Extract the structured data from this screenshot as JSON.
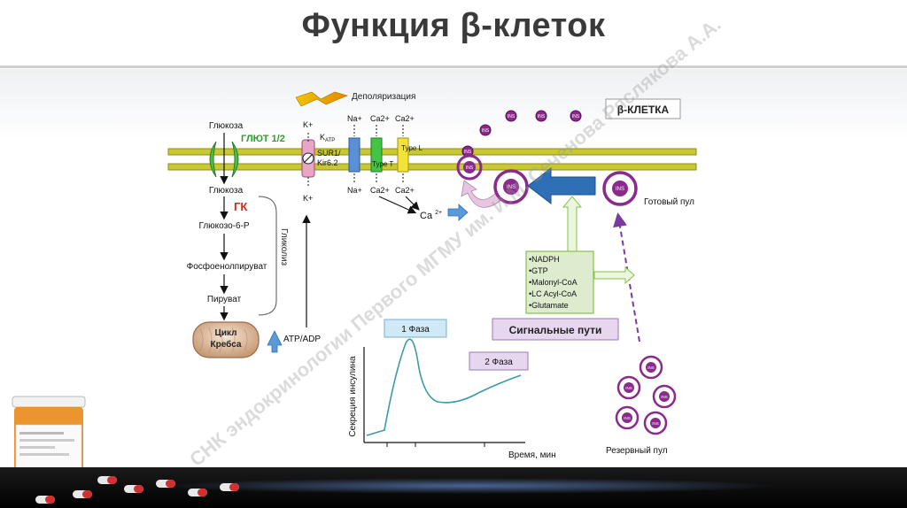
{
  "slide": {
    "title": "Функция β-клеток",
    "watermark": "СНК эндокринологии Первого МГМУ им. И.М. Сеченова Ряслякова А.А."
  },
  "membrane": {
    "cell_label": "β-КЛЕТКА",
    "depolarization": "Деполяризация",
    "glut": "ГЛЮТ 1/2",
    "katp_k_top": "K+",
    "katp_k_bottom": "K+",
    "katp_label1": "K",
    "katp_label1_sub": "ATP",
    "katp_label2": "SUR1/",
    "katp_label3": "Kir6.2",
    "na_top": "Na+",
    "ca_top1": "Ca2+",
    "ca_top2": "Ca2+",
    "na_bottom": "Na+",
    "ca_bottom1": "Ca2+",
    "ca_bottom2": "Ca2+",
    "type_t": "Type T",
    "type_l": "Type L",
    "ca_inside": "Ca",
    "ca_inside_sup": "2+"
  },
  "glycolysis": {
    "glucose_out": "Глюкоза",
    "glucose_in": "Глюкоза",
    "gk": "ГК",
    "g6p": "Глюкозо-6-Р",
    "pep": "Фосфоенолпируват",
    "pyruvate": "Пируват",
    "label": "Гликолиз",
    "krebs1": "Цикл",
    "krebs2": "Кребса",
    "atp_adp": "ATP/ADP"
  },
  "signals": {
    "items": [
      "•NADPH",
      "•GTP",
      "•Malonyl-CoA",
      "•LC Acyl-CoA",
      "•Glutamate"
    ],
    "pathways": "Сигнальные пути"
  },
  "pools": {
    "ready": "Готовый пул",
    "reserve": "Резервный пул",
    "granule": "INS"
  },
  "phase_chart": {
    "phase1": "1 Фаза",
    "phase2": "2 Фаза",
    "ylabel": "Секреция инсулина",
    "xlabel": "Время, мин"
  },
  "colors": {
    "membrane": "#c8c832",
    "granule": "#8a2a8a",
    "arrow_blue": "#2f6fb5",
    "signal_green": "#86c24a",
    "curve": "#3a9aa8",
    "gk_red": "#e02020",
    "glut_green": "#2e9e2e"
  }
}
